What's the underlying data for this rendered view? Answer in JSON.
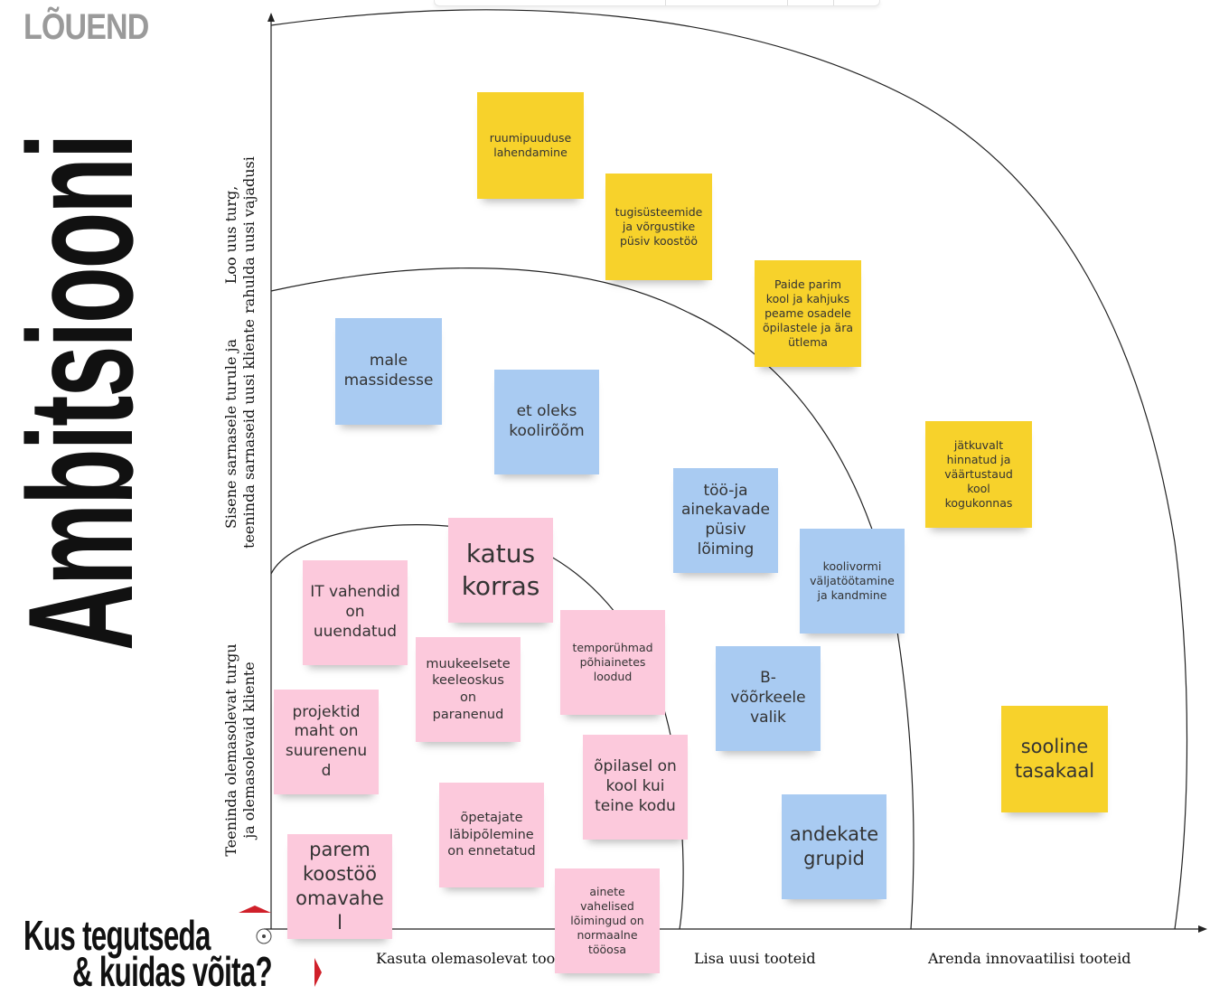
{
  "branding": {
    "top_logo": "LÕUEND",
    "vertical_title": "Ambitsiooni",
    "tagline_line1": "Kus tegutseda",
    "tagline_line2": "& kuidas võita?"
  },
  "axes": {
    "y_labels": [
      {
        "line1": "Loo uus turg,",
        "line2": "rahulda uusi vajadusi"
      },
      {
        "line1": "Sisene sarnasele turule ja",
        "line2": "teeninda sarnaseid uusi kliente"
      },
      {
        "line1": "Teeninda olemasolevat turgu",
        "line2": "ja olemasolevaid kliente"
      }
    ],
    "x_labels": [
      "Kasuta olemasolevat tooteid",
      "Lisa uusi tooteid",
      "Arenda innovaatilisi tooteid"
    ]
  },
  "colors": {
    "yellow": "#f7d22b",
    "blue": "#a9cbf2",
    "pink": "#fcc9dc",
    "accent_red": "#d0202a"
  },
  "notes": {
    "n1": {
      "text": "ruumipuuduse lahendamine",
      "color": "yellow"
    },
    "n2": {
      "text": "tugisüsteemide ja võrgustike püsiv koostöö",
      "color": "yellow"
    },
    "n3": {
      "text": "Paide parim kool ja kahjuks peame osadele õpilastele ja ära ütlema",
      "color": "yellow"
    },
    "n4": {
      "text": "jätkuvalt hinnatud ja väärtustaud kool kogukonnas",
      "color": "yellow"
    },
    "n5": {
      "text": "sooline tasakaal",
      "color": "yellow"
    },
    "n6": {
      "text": "male massidesse",
      "color": "blue"
    },
    "n7": {
      "text": "et oleks koolirõõm",
      "color": "blue"
    },
    "n8": {
      "text": "töö-ja ainekavade püsiv lõiming",
      "color": "blue"
    },
    "n9": {
      "text": "koolivormi väljatöötamine ja kandmine",
      "color": "blue"
    },
    "n10": {
      "text": "B-võõrkeele valik",
      "color": "blue"
    },
    "n11": {
      "text": "andekate grupid",
      "color": "blue"
    },
    "n12": {
      "text": "katus korras",
      "color": "pink"
    },
    "n13": {
      "text": "IT vahendid on uuendatud",
      "color": "pink"
    },
    "n14": {
      "text": "muukeelsete keeleoskus on paranenud",
      "color": "pink"
    },
    "n15": {
      "text": "temporühmad põhiainetes loodud",
      "color": "pink"
    },
    "n16": {
      "text": "projektid maht on suurenenud",
      "color": "pink"
    },
    "n17": {
      "text": "õpilasel on kool kui teine kodu",
      "color": "pink"
    },
    "n18": {
      "text": "õpetajate läbipõlemine on ennetatud",
      "color": "pink"
    },
    "n19": {
      "text": "parem koostöö omavahel",
      "color": "pink"
    },
    "n20": {
      "text": "ainete vahelised lõimingud on normaalne tööosa",
      "color": "pink"
    }
  }
}
